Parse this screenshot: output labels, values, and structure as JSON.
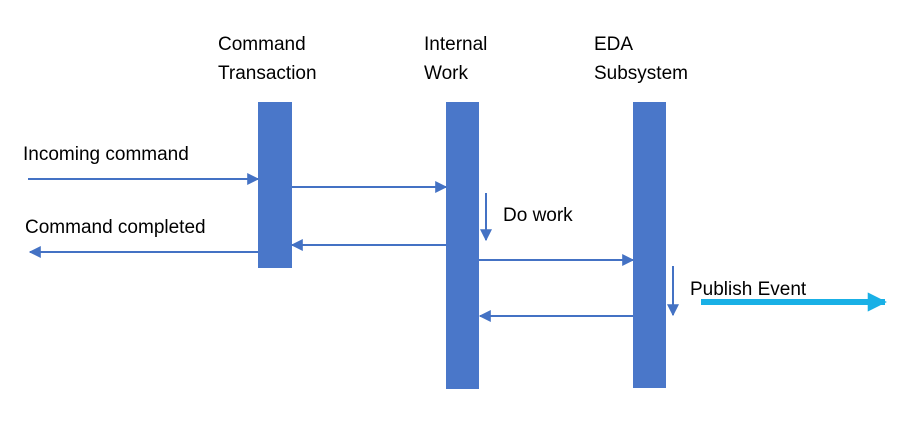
{
  "lifelines": [
    {
      "id": "command-transaction",
      "title_lines": [
        "Command",
        "Transaction"
      ]
    },
    {
      "id": "internal-work",
      "title_lines": [
        "Internal",
        "Work"
      ]
    },
    {
      "id": "eda-subsystem",
      "title_lines": [
        "EDA",
        "Subsystem"
      ]
    }
  ],
  "messages": {
    "incoming_command": "Incoming command",
    "command_completed": "Command completed",
    "do_work": "Do work",
    "publish_event": "Publish Event"
  },
  "colors": {
    "lifeline_bar": "#4a77c9",
    "arrow": "#4472c4",
    "event_arrow": "#19b0e6",
    "text": "#000000"
  }
}
